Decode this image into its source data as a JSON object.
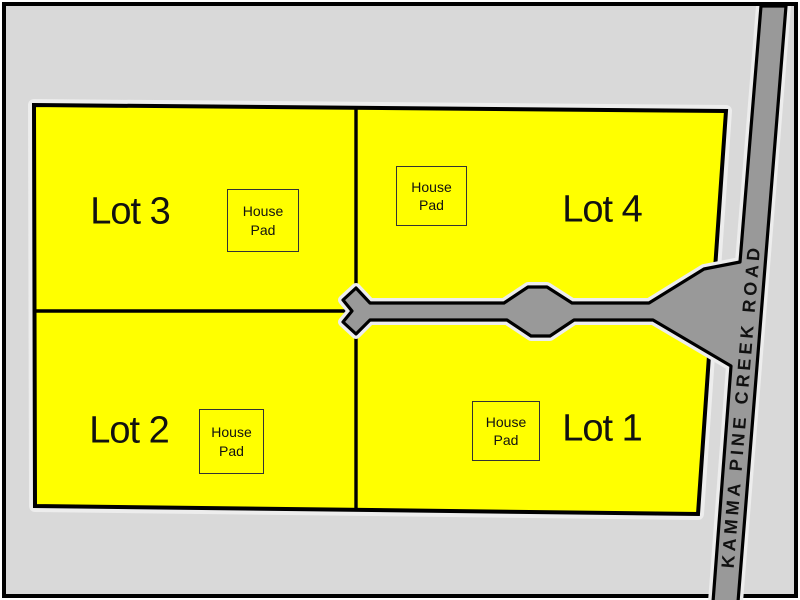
{
  "map": {
    "road": {
      "label": "KAMMA PINE CREEK ROAD"
    },
    "lots": [
      {
        "name": "Lot 1",
        "pad": {
          "line1": "House",
          "line2": "Pad"
        }
      },
      {
        "name": "Lot 2",
        "pad": {
          "line1": "House",
          "line2": "Pad"
        }
      },
      {
        "name": "Lot 3",
        "pad": {
          "line1": "House",
          "line2": "Pad"
        }
      },
      {
        "name": "Lot 4",
        "pad": {
          "line1": "House",
          "line2": "Pad"
        }
      }
    ],
    "colors": {
      "background": "#d9d9d9",
      "lot_fill": "#ffff00",
      "road_fill": "#999999",
      "outline": "#000000",
      "halo": "#ededed"
    }
  }
}
